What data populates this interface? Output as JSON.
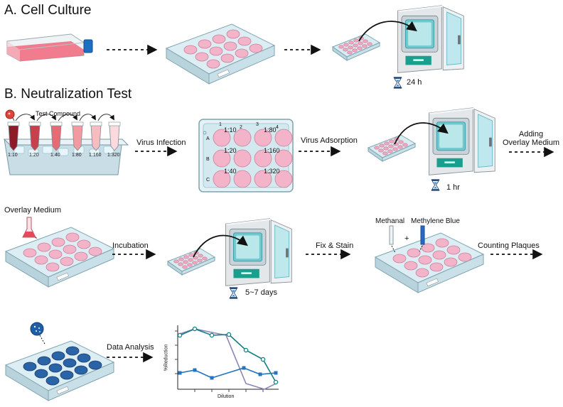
{
  "sections": {
    "a_title": "A. Cell Culture",
    "b_title": "B. Neutralization Test"
  },
  "cell_culture": {
    "incubation_time": "24 h"
  },
  "neutralization": {
    "test_compound": "Test Compound",
    "tube_dilutions": [
      "1:10",
      "1:20",
      "1:40",
      "1:80",
      "1:160",
      "1:320"
    ],
    "plate_columns": [
      "1",
      "2",
      "3",
      "4"
    ],
    "plate_rows": [
      "A",
      "B",
      "C"
    ],
    "plate_well_labels": [
      "1:10",
      "1:80",
      "1:20",
      "1:160",
      "1:40",
      "1:320"
    ],
    "virus_infection": "Virus Infection",
    "virus_adsorption": "Virus Adsorption",
    "adsorption_time": "1 hr",
    "adding_overlay": [
      "Adding",
      "Overlay Medium"
    ]
  },
  "plaque_step": {
    "overlay_medium": "Overlay Medium",
    "incubation": "Incubation",
    "incubation_time": "5~7 days",
    "fix_stain": "Fix & Stain",
    "methanal": "Methanal",
    "methylene_blue": "Methylene Blue",
    "plus": "+",
    "counting": "Counting Plaques"
  },
  "analysis": {
    "data_analysis": "Data Analysis",
    "xlabel": "Dilution",
    "ylabel": "%Reduction"
  },
  "colors": {
    "pink": "#f5b8cc",
    "plate": "#dfeff4",
    "teal": "#0f7d8f",
    "blue": "#2370b8",
    "navy": "#1b2a57"
  }
}
